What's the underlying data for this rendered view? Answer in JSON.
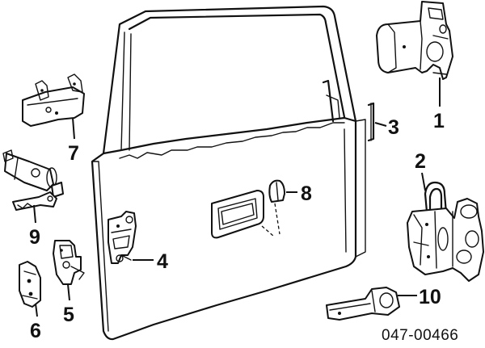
{
  "callouts": [
    {
      "id": "1",
      "label": "1"
    },
    {
      "id": "2",
      "label": "2"
    },
    {
      "id": "3",
      "label": "3"
    },
    {
      "id": "4",
      "label": "4"
    },
    {
      "id": "5",
      "label": "5"
    },
    {
      "id": "6",
      "label": "6"
    },
    {
      "id": "7",
      "label": "7"
    },
    {
      "id": "8",
      "label": "8"
    },
    {
      "id": "9",
      "label": "9"
    },
    {
      "id": "10",
      "label": "10"
    }
  ],
  "diagram_code": "047-00466"
}
